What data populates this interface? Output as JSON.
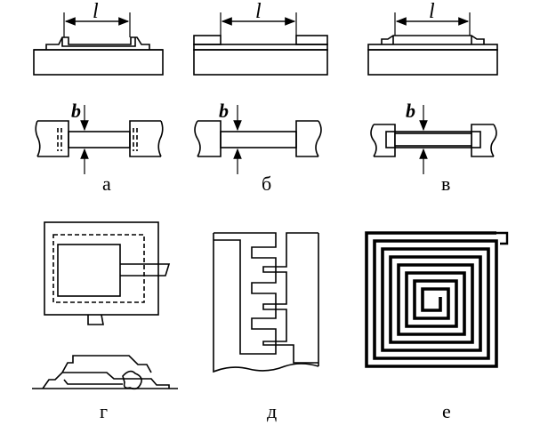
{
  "figure": {
    "dimension_length": "l",
    "dimension_width": "b",
    "panels": {
      "a": {
        "label": "а"
      },
      "b": {
        "label": "б"
      },
      "c": {
        "label": "в"
      },
      "d": {
        "label": "г"
      },
      "e": {
        "label": "д"
      },
      "f": {
        "label": "е"
      }
    }
  }
}
